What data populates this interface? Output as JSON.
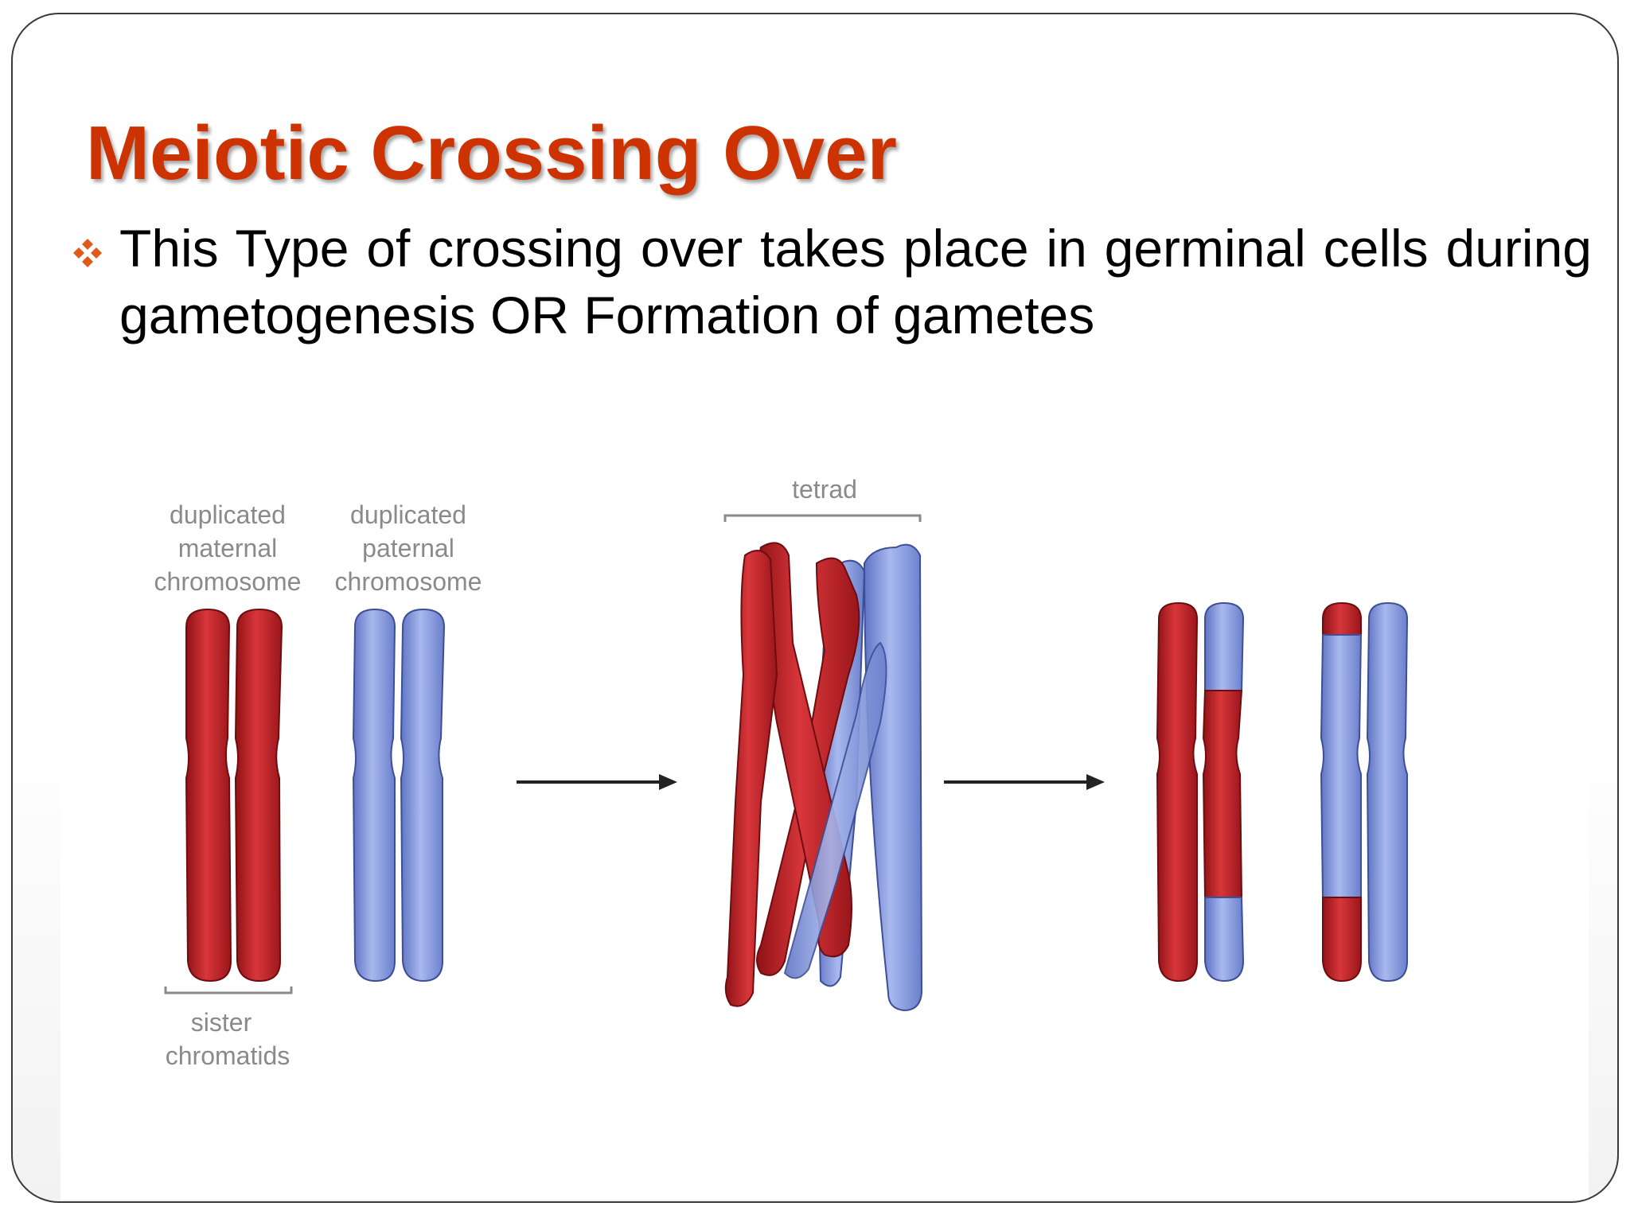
{
  "slide": {
    "title": "Meiotic Crossing Over",
    "bullet": "This Type of crossing over takes place in germinal cells during gametogenesis OR Formation of gametes",
    "bullet_icon": "diamond-bullet-icon",
    "title_color": "#cc3300",
    "bullet_color": "#e05a1a"
  },
  "diagram": {
    "label_maternal_1": "duplicated",
    "label_maternal_2": "maternal",
    "label_maternal_3": "chromosome",
    "label_paternal_1": "duplicated",
    "label_paternal_2": "paternal",
    "label_paternal_3": "chromosome",
    "label_tetrad": "tetrad",
    "label_sister_1": "sister",
    "label_sister_2": "chromatids",
    "colors": {
      "maternal": "#c8242a",
      "paternal": "#7f93d8"
    }
  }
}
